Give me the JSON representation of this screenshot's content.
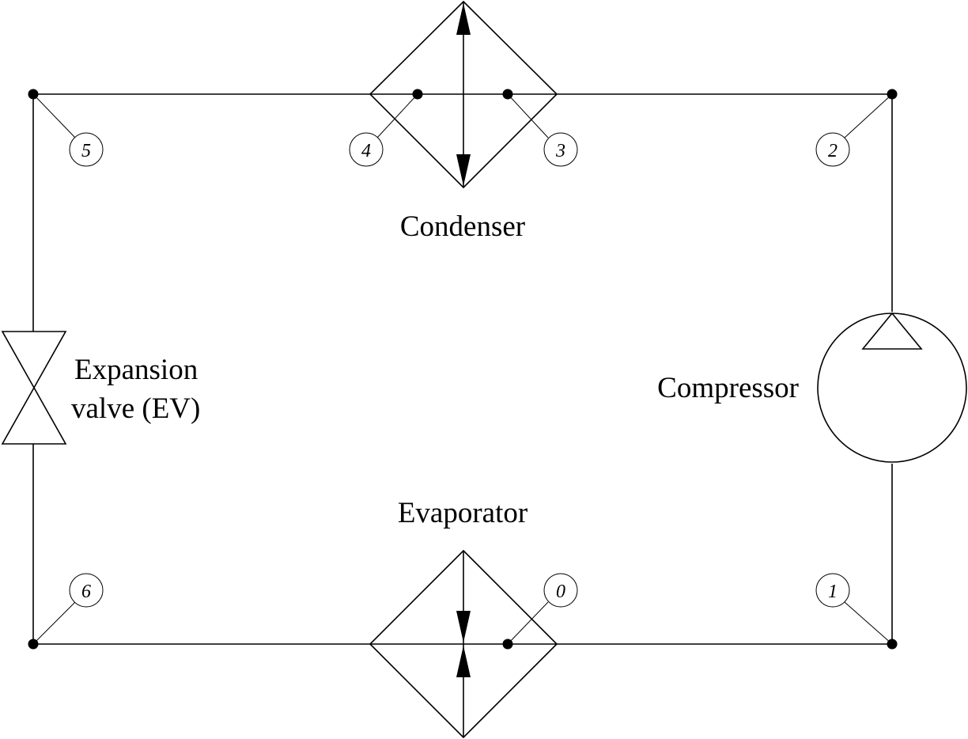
{
  "components": {
    "condenser": "Condenser",
    "evaporator": "Evaporator",
    "compressor": "Compressor",
    "expansion_valve_line1": "Expansion",
    "expansion_valve_line2": "valve (EV)"
  },
  "state_points": [
    "0",
    "1",
    "2",
    "3",
    "4",
    "5",
    "6"
  ],
  "colors": {
    "line": "#000000",
    "background": "#ffffff"
  }
}
